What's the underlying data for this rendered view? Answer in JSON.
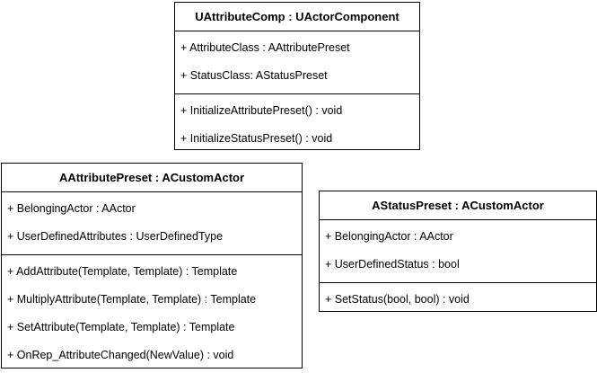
{
  "diagram": {
    "classes": [
      {
        "id": "uattributecomp",
        "title": "UAttributeComp : UActorComponent",
        "attributes": [
          "+ AttributeClass : AAttributePreset",
          "+ StatusClass: AStatusPreset"
        ],
        "methods": [
          "+ InitializeAttributePreset() : void",
          "+ InitializeStatusPreset() : void"
        ]
      },
      {
        "id": "aattributepreset",
        "title": "AAttributePreset : ACustomActor",
        "attributes": [
          "+ BelongingActor : AActor",
          "+ UserDefinedAttributes : UserDefinedType"
        ],
        "methods": [
          "+ AddAttribute(Template, Template) : Template",
          "+ MultiplyAttribute(Template, Template) : Template",
          "+ SetAttribute(Template, Template) : Template",
          "+ OnRep_AttributeChanged(NewValue) : void"
        ]
      },
      {
        "id": "astatuspreset",
        "title": "AStatusPreset : ACustomActor",
        "attributes": [
          "+ BelongingActor : AActor",
          "+ UserDefinedStatus : bool"
        ],
        "methods": [
          "+ SetStatus(bool, bool) : void"
        ]
      }
    ]
  }
}
